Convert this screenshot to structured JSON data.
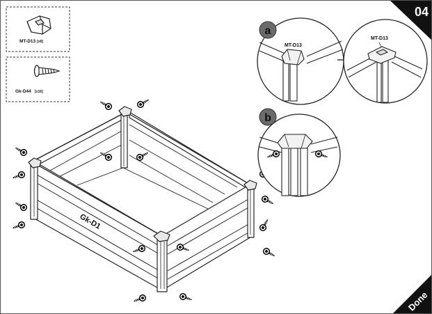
{
  "step": {
    "number": "04",
    "done_label": "Done"
  },
  "parts": [
    {
      "name": "MT-D13",
      "qty": "[x8]"
    },
    {
      "name": "Gk-D44",
      "qty": "[x16]"
    }
  ],
  "main": {
    "panel_label": "Gk-D1"
  },
  "details": [
    {
      "tag": "a",
      "label": "MT-D13",
      "result_label": "MT-D13"
    },
    {
      "tag": "b"
    }
  ],
  "colors": {
    "line": "#222222",
    "badge": "#111111",
    "detail_tag": "#6b6b6b"
  }
}
